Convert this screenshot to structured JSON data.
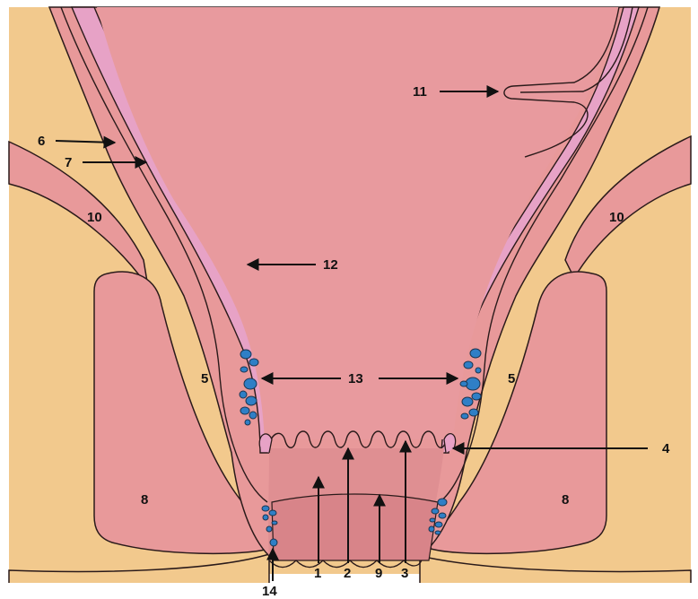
{
  "labels": {
    "l1": "1",
    "l2": "2",
    "l3": "3",
    "l4": "4",
    "l5a": "5",
    "l5b": "5",
    "l6": "6",
    "l7": "7",
    "l8a": "8",
    "l8b": "8",
    "l9": "9",
    "l10a": "10",
    "l10b": "10",
    "l11": "11",
    "l12": "12",
    "l13": "13",
    "l14": "14"
  },
  "colors": {
    "background": "#ffffff",
    "fat": "#f2c98d",
    "muscle": "#e8999a",
    "lumen": "#e89a9e",
    "mucosa_pink": "#e7a2c6",
    "skin": "#f2c98d",
    "vessels": "#2f7fc6",
    "canal": "#df8f92",
    "outline": "#2a1a1a"
  }
}
